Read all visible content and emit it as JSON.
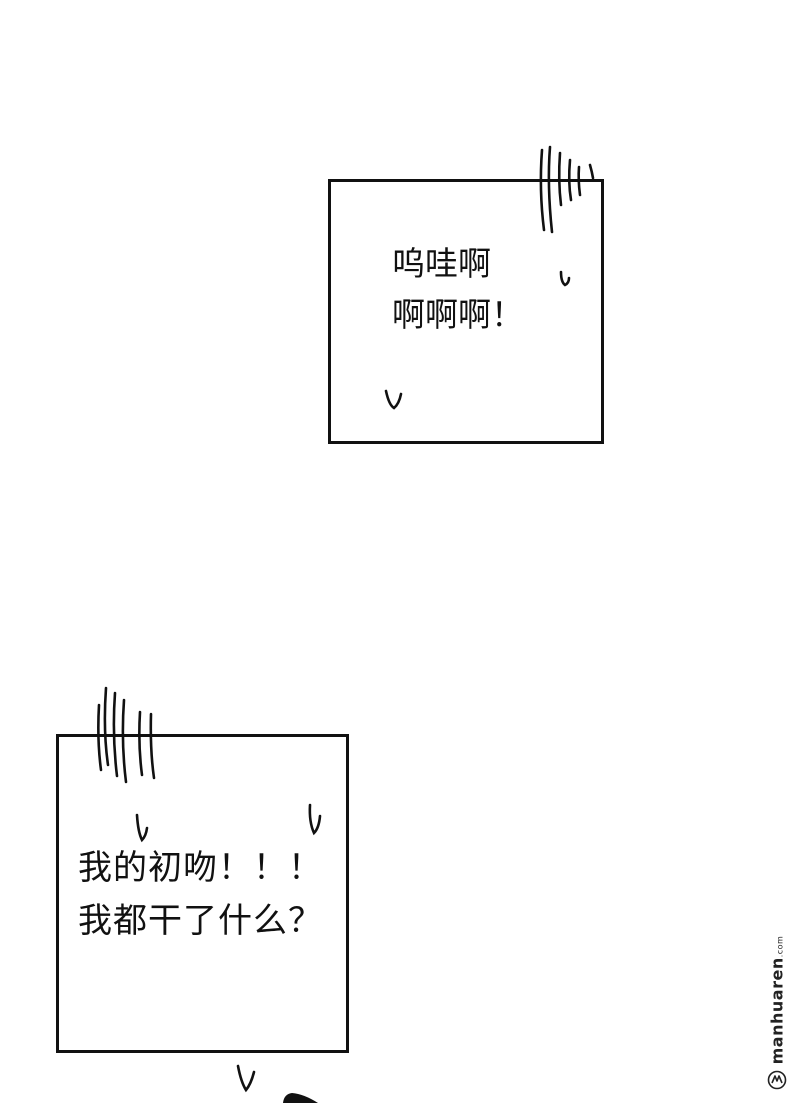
{
  "panels": [
    {
      "caption_lines": [
        "呜哇啊",
        "啊啊啊！"
      ]
    },
    {
      "caption_lines": [
        "我的初吻！！！",
        "我都干了什么？"
      ]
    }
  ],
  "watermark": {
    "name": "manhuaren",
    "suffix": ".com"
  },
  "colors": {
    "ink": "#111111",
    "background": "#ffffff"
  }
}
